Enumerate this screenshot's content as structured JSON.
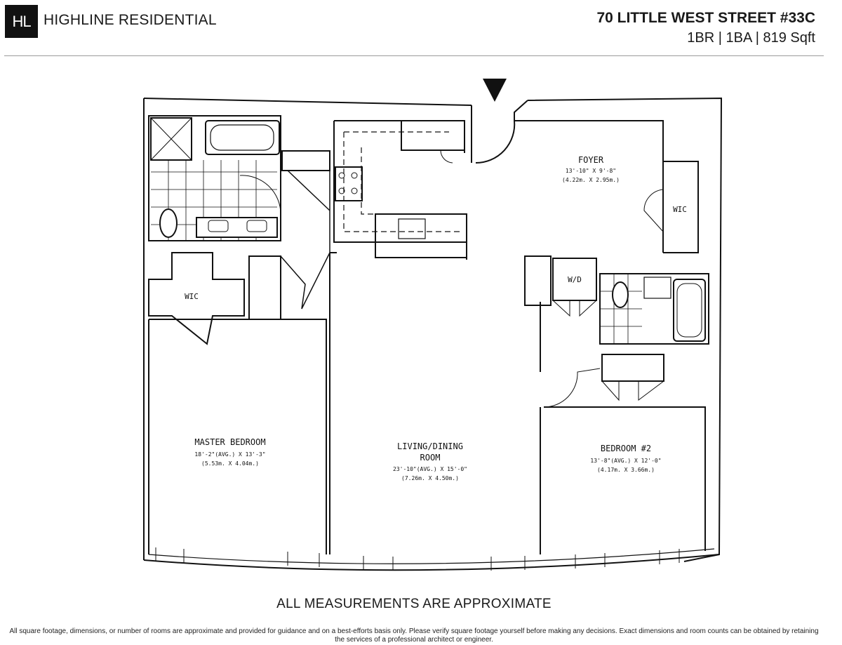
{
  "header": {
    "logo_text": "HL",
    "brand": "HIGHLINE RESIDENTIAL",
    "address": "70 LITTLE WEST STREET #33C",
    "specs": "1BR | 1BA | 819 Sqft"
  },
  "rooms": {
    "foyer": {
      "name": "FOYER",
      "dims_ft": "13'-10\" X 9'-8\"",
      "dims_m": "(4.22m. X 2.95m.)"
    },
    "wic_foyer": {
      "name": "WIC"
    },
    "wd": {
      "name": "W/D"
    },
    "wic_master": {
      "name": "WIC"
    },
    "master": {
      "name": "MASTER BEDROOM",
      "dims_ft": "18'-2\"(AVG.) X 13'-3\"",
      "dims_m": "(5.53m. X 4.04m.)"
    },
    "living": {
      "name_line1": "LIVING/DINING",
      "name_line2": "ROOM",
      "dims_ft": "23'-10\"(AVG.) X 15'-0\"",
      "dims_m": "(7.26m. X 4.50m.)"
    },
    "bedroom2": {
      "name": "BEDROOM #2",
      "dims_ft": "13'-8\"(AVG.) X 12'-0\"",
      "dims_m": "(4.17m. X 3.66m.)"
    }
  },
  "footer": {
    "measure_note": "ALL MEASUREMENTS ARE APPROXIMATE",
    "disclaimer": "All square footage, dimensions, or number of rooms are approximate and provided for guidance and on a best-efforts basis only. Please verify square footage yourself before making any decisions. Exact dimensions and room counts can be obtained by retaining the services of a professional architect or engineer."
  }
}
